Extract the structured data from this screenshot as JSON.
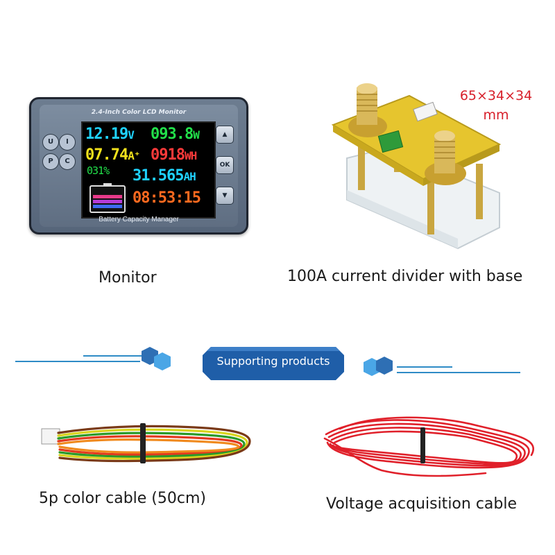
{
  "monitor": {
    "lcd_title": "2.4-Inch Color LCD Monitor",
    "footer": "Battery Capacity Manager",
    "voltage": "12.19",
    "voltage_unit": "V",
    "power": "093.8",
    "power_unit": "W",
    "current": "07.74",
    "current_unit": "A⁺",
    "energy": "0918",
    "energy_unit": "WH",
    "percent": "031%",
    "capacity": "31.565",
    "capacity_unit": "AH",
    "time": "08:53:15",
    "side_buttons": [
      "U",
      "I",
      "P",
      "C"
    ],
    "keys": [
      "▲",
      "OK",
      "▼"
    ]
  },
  "dimensions": {
    "line1": "65×34×34",
    "line2": "mm"
  },
  "captions": {
    "monitor": "Monitor",
    "divider": "100A current divider with base",
    "cable5p": "5p color cable (50cm)",
    "voltage_cable": "Voltage acquisition cable"
  },
  "banner": {
    "label": "Supporting products"
  },
  "colors": {
    "accent_blue": "#2e6fb4",
    "dimension_red": "#d71f2a",
    "lcd_cyan": "#1fd2ff",
    "lcd_green": "#22e04a",
    "lcd_yellow": "#f2e21c",
    "lcd_red": "#ff3a3a",
    "lcd_orange": "#ff6a1f"
  }
}
